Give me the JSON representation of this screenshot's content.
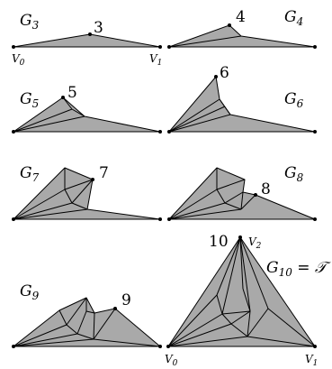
{
  "graphs": [
    {
      "id": "g3",
      "label": "G",
      "sub": "3",
      "rest": "",
      "vertex_number": "3"
    },
    {
      "id": "g4",
      "label": "G",
      "sub": "4",
      "rest": "",
      "vertex_number": "4"
    },
    {
      "id": "g5",
      "label": "G",
      "sub": "5",
      "rest": "",
      "vertex_number": "5"
    },
    {
      "id": "g6",
      "label": "G",
      "sub": "6",
      "rest": "",
      "vertex_number": "6"
    },
    {
      "id": "g7",
      "label": "G",
      "sub": "7",
      "rest": "",
      "vertex_number": "7"
    },
    {
      "id": "g8",
      "label": "G",
      "sub": "8",
      "rest": "",
      "vertex_number": "8"
    },
    {
      "id": "g9",
      "label": "G",
      "sub": "9",
      "rest": "",
      "vertex_number": "9"
    },
    {
      "id": "g10",
      "label": "G",
      "sub": "10",
      "rest": " = 𝒯",
      "vertex_number": "10"
    }
  ],
  "vertices": {
    "v0": {
      "label": "V",
      "sub": "0"
    },
    "v1": {
      "label": "V",
      "sub": "1"
    },
    "v2": {
      "label": "V",
      "sub": "2"
    }
  },
  "colors": {
    "face": "#a9a9a9",
    "edge": "#000000"
  }
}
